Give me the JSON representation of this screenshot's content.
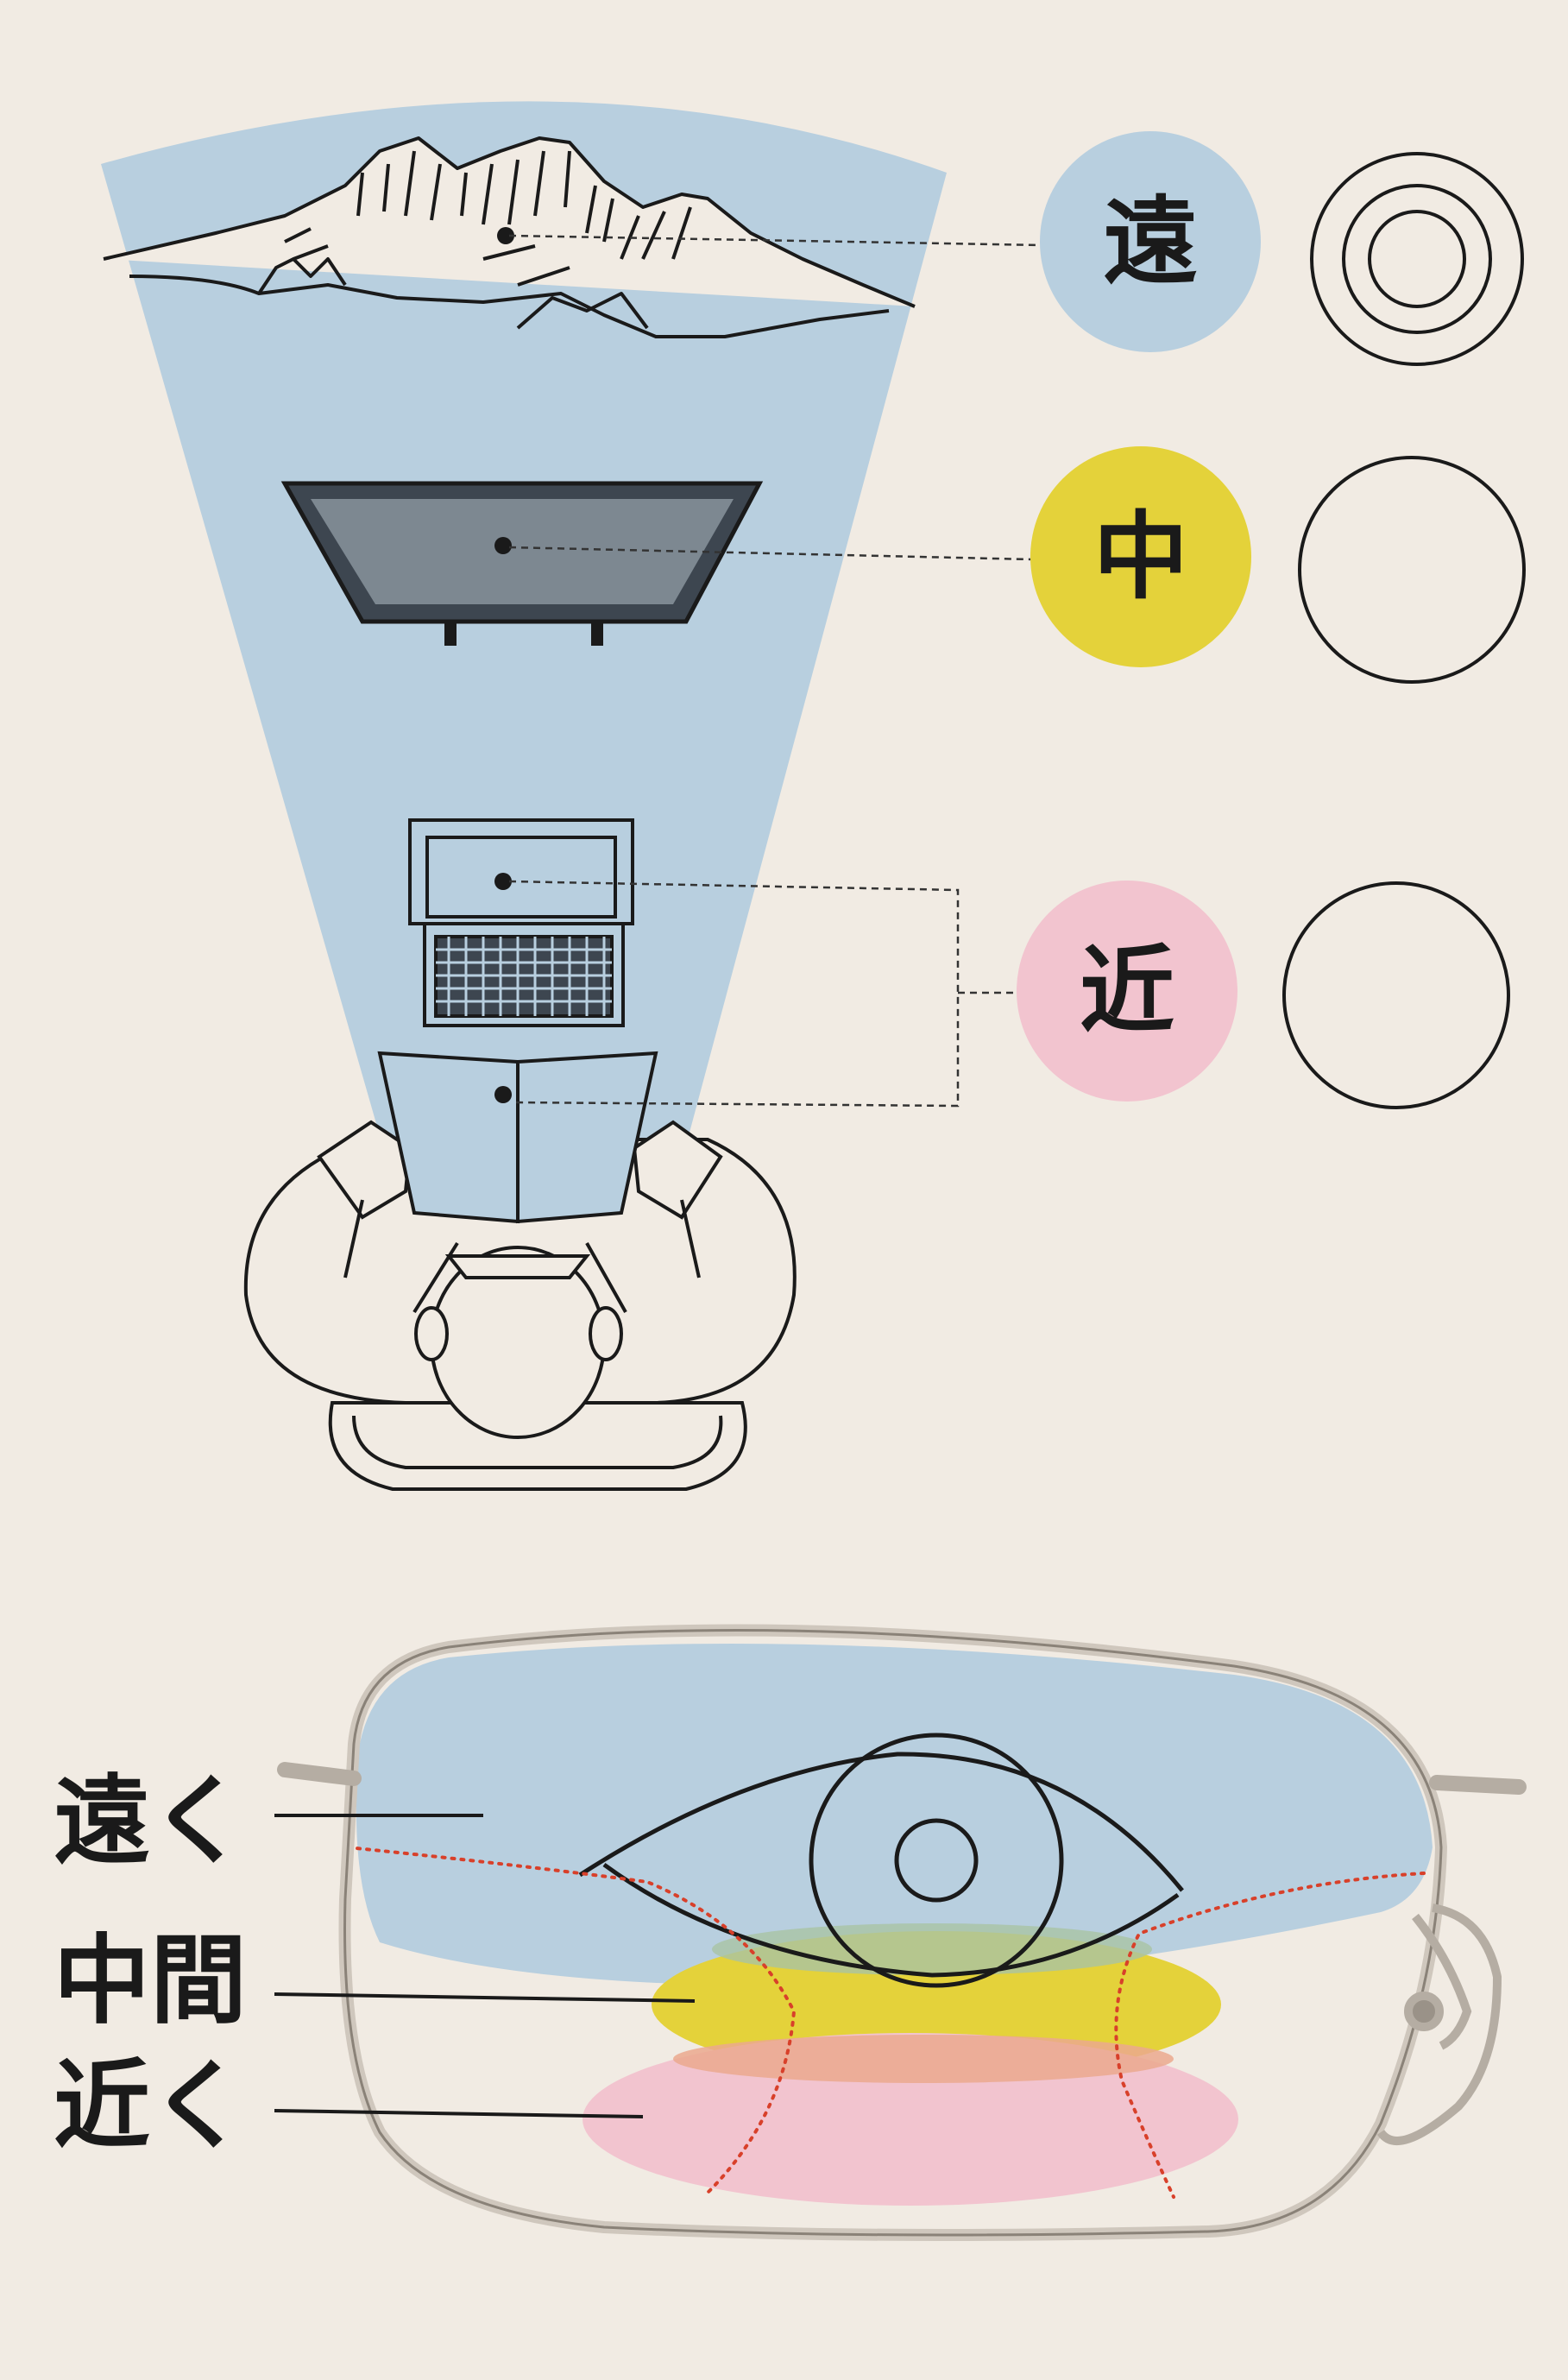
{
  "colors": {
    "background": "#f1ebe3",
    "far": "#b8cfdf",
    "mid": "#e4d23a",
    "near": "#f2c4cf",
    "line": "#1a1a1a",
    "dotted_boundary": "#d8402a",
    "frame": "#cfc7bd"
  },
  "zones": [
    {
      "key": "far",
      "char": "遠",
      "color_ref": "far",
      "ring_style": "concentric-triple"
    },
    {
      "key": "mid",
      "char": "中",
      "color_ref": "mid",
      "ring_style": "single"
    },
    {
      "key": "near",
      "char": "近",
      "color_ref": "near",
      "ring_style": "single"
    }
  ],
  "illustrations": {
    "far_object": "mountains-icon",
    "mid_object": "monitor-icon",
    "near_objects": [
      "laptop-icon",
      "book-icon"
    ],
    "viewer": "person-top-view-icon"
  },
  "lens_labels": {
    "far": "遠く",
    "mid": "中間",
    "near": "近く"
  }
}
